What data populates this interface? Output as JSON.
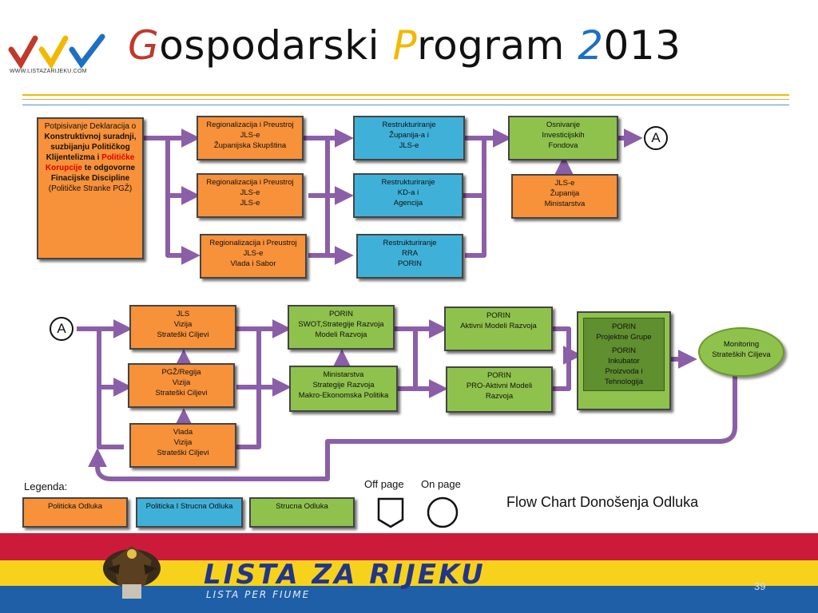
{
  "header": {
    "logo_url": "WWW.LISTAZARIJEKU.COM",
    "title_g": "G",
    "title_rest1": "ospodarski ",
    "title_p": "P",
    "title_rest2": "rogram ",
    "title_2": "2",
    "title_rest3": "013"
  },
  "flow1": {
    "first": {
      "line1": "Potpisivanje Deklaracija o",
      "bold1": "Konstruktivnoj suradnji, suzbijanju Političkog Klijentelizma i",
      "red": "Političke Korupcije",
      "bold2": " te odgovorne Finacijske Discipline",
      "tail": " (Političke Stranke PGŽ)"
    },
    "reg1": [
      "Regionalizacija i Preustroj",
      "JLS-e",
      "Županijska Skupština"
    ],
    "reg2": [
      "Regionalizacija i Preustroj",
      "JLS-e",
      "JLS-e"
    ],
    "reg3": [
      "Regionalizacija i Preustroj",
      "JLS-e",
      "Vlada i Sabor"
    ],
    "res1": [
      "Restrukturiranje",
      "Županija-a i",
      "JLS-e"
    ],
    "res2": [
      "Restrukturiranje",
      "KD-a i",
      "Agencija"
    ],
    "res3": [
      "Restrukturiranje",
      "RRA",
      "PORIN"
    ],
    "osn": [
      "Osnivanje",
      "Investicijskih",
      "Fondova"
    ],
    "jls": [
      "JLS-e",
      "Županija",
      "Ministarstva"
    ],
    "connector": "A"
  },
  "flow2": {
    "connector": "A",
    "jls": [
      "JLS",
      "Vizija",
      "Strateški Ciljevi"
    ],
    "pgz": [
      "PGŽ/Regija",
      "Vizija",
      "Strateški Ciljevi"
    ],
    "vlada": [
      "Vlada",
      "Vizija",
      "Strateški Ciljevi"
    ],
    "porin1": [
      "PORIN",
      "SWOT,Strategije Razvoja",
      "Modeli Razvoja"
    ],
    "min": [
      "Ministarstva",
      "Strategije Razvoja",
      "Makro-Ekonomska Politika"
    ],
    "porin2": [
      "PORIN",
      "Aktivni Modeli Razvoja"
    ],
    "porin3": [
      "PORIN",
      "PRO-Aktivni Modeli",
      "Razvoja"
    ],
    "porin_group_a": [
      "PORIN",
      "Projektne Grupe"
    ],
    "porin_group_b": [
      "PORIN",
      "Inkubator",
      "Proizvoda i",
      "Tehnologija"
    ],
    "monitor": [
      "Monitoring",
      "Strateških Ciljeva"
    ]
  },
  "legend": {
    "label": "Legenda:",
    "items": [
      "Politicka Odluka",
      "Politicka I Strucna Odluka",
      "Strucna Odluka"
    ],
    "off_page": "Off page",
    "on_page": "On page",
    "caption": "Flow Chart Donošenja Odluka"
  },
  "footer": {
    "title": "LISTA ZA RIJEKU",
    "subtitle": "LISTA PER FIUME",
    "page": "39"
  },
  "colors": {
    "politicka": "#f7913a",
    "politicka_strucna": "#3fb1d9",
    "strucna": "#8fc24c",
    "arrow": "#8b5fa8"
  }
}
